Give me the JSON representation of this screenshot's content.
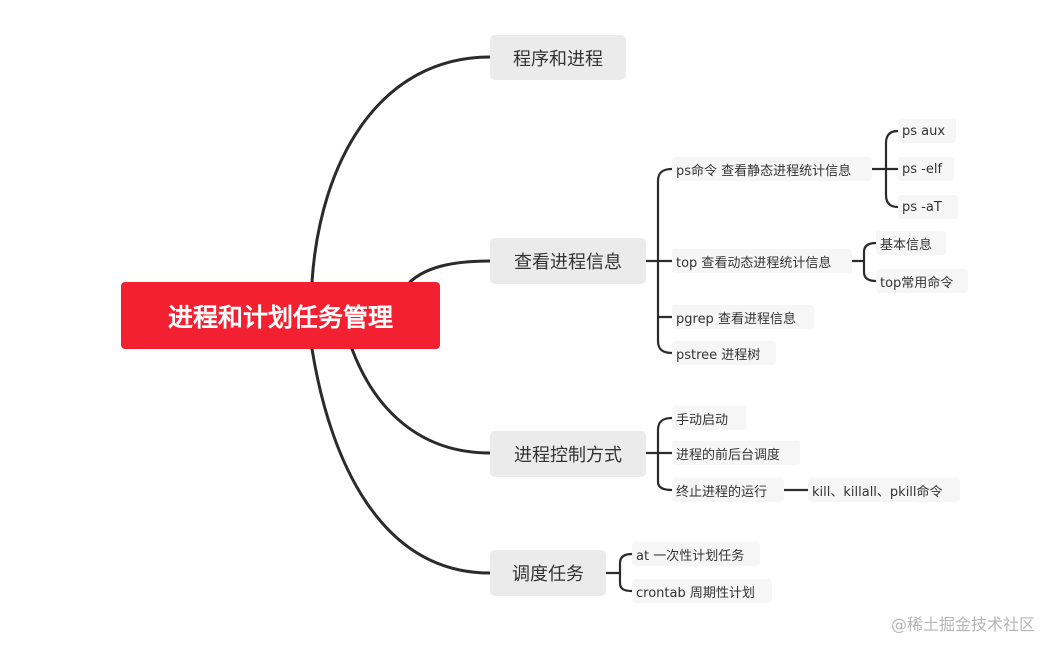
{
  "root": {
    "label": "进程和计划任务管理"
  },
  "branches": [
    {
      "label": "程序和进程",
      "children": []
    },
    {
      "label": "查看进程信息",
      "children": [
        {
          "label": "ps命令 查看静态进程统计信息",
          "children": [
            "ps aux",
            "ps -elf",
            "ps  -aT"
          ]
        },
        {
          "label": "top 查看动态进程统计信息",
          "children": [
            "基本信息",
            "top常用命令"
          ]
        },
        {
          "label": "pgrep 查看进程信息",
          "children": []
        },
        {
          "label": "pstree 进程树",
          "children": []
        }
      ]
    },
    {
      "label": "进程控制方式",
      "children": [
        {
          "label": "手动启动",
          "children": []
        },
        {
          "label": "进程的前后台调度",
          "children": []
        },
        {
          "label": "终止进程的运行",
          "children": [
            "kill、killall、pkill命令"
          ]
        }
      ]
    },
    {
      "label": "调度任务",
      "children": [
        {
          "label": "at 一次性计划任务",
          "children": []
        },
        {
          "label": "crontab 周期性计划",
          "children": []
        }
      ]
    }
  ],
  "watermark": "@稀土掘金技术社区",
  "colors": {
    "root": "#f22030",
    "branch": "#ebebeb",
    "leaf": "#f6f6f6",
    "line": "#2b2b2b"
  }
}
